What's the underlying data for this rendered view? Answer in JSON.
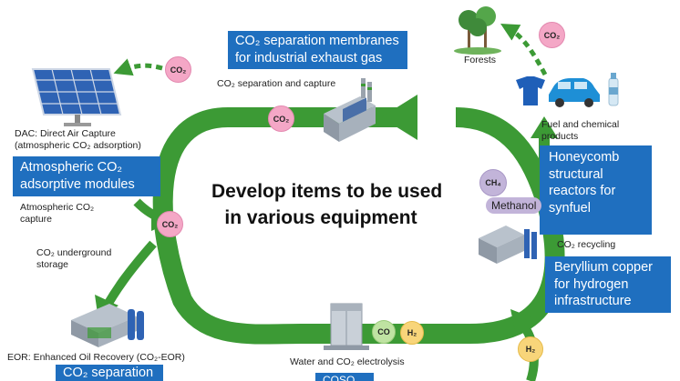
{
  "title": {
    "line1": "Develop items to be used",
    "line2": "in various equipment"
  },
  "boxes": {
    "membranes_1": "CO₂ separation membranes",
    "membranes_2": "for industrial exhaust gas",
    "adsorptive_1": "Atmospheric CO₂",
    "adsorptive_2": "adsorptive modules",
    "honeycomb_1": "Honeycomb",
    "honeycomb_2": "structural",
    "honeycomb_3": "reactors for",
    "honeycomb_4": "synfuel",
    "beryllium_1": "Beryllium copper",
    "beryllium_2": "for hydrogen",
    "beryllium_3": "infrastructure",
    "separation_cut": "CO₂ separation",
    "bottom_cut": "COSO"
  },
  "labels": {
    "separation_capture": "CO₂ separation and capture",
    "dac_1": "DAC: Direct Air Capture",
    "dac_2": "(atmospheric CO₂ adsorption)",
    "atm_capture_1": "Atmospheric CO₂",
    "atm_capture_2": "capture",
    "underground_1": "CO₂ underground",
    "underground_2": "storage",
    "eor": "EOR: Enhanced Oil Recovery (CO₂-EOR)",
    "electrolysis": "Water and CO₂ electrolysis",
    "forests": "Forests",
    "fuel_1": "Fuel and chemical",
    "fuel_2": "products",
    "recycling": "CO₂ recycling"
  },
  "bubbles": {
    "co2": "CO₂",
    "co": "CO",
    "h2": "H₂",
    "ch4": "CH₄",
    "methanol": "Methanol"
  },
  "colors": {
    "arrow_green": "#3c9a35",
    "box_blue": "#1f6fbf",
    "co2_pink": "#f4a7c6",
    "co_green": "#bfe3a2",
    "h2_yellow": "#f8d57a",
    "methanol_purple": "#c2b4d9"
  }
}
